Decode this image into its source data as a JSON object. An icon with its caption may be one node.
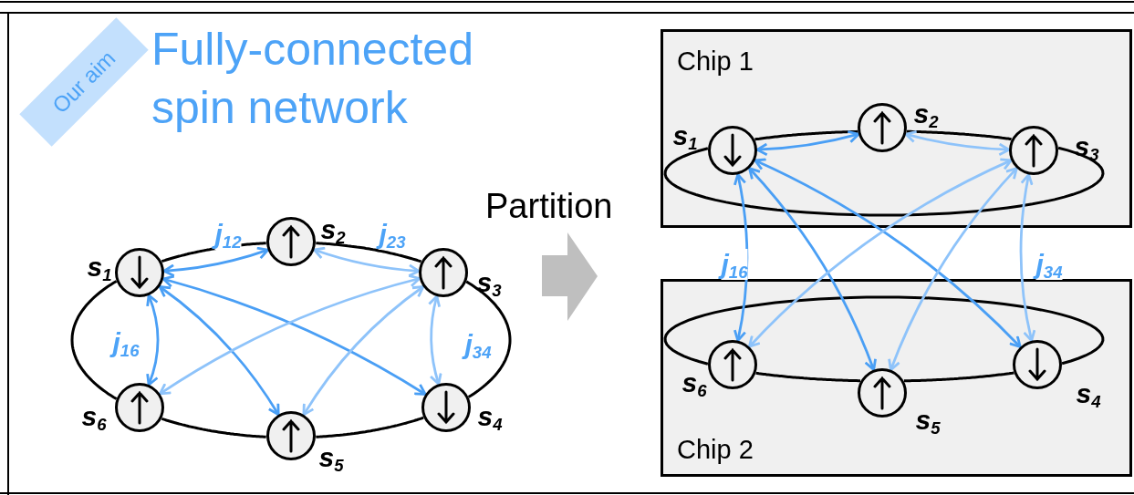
{
  "diagram": {
    "title": "Fully-connected spin network",
    "nodes": [
      {
        "text": [
          "Our aim"
        ]
      },
      {
        "text": [],
        "shape": "circle",
        "beside": [
          "s$_{1}$"
        ]
      },
      {
        "text": [],
        "shape": "circle",
        "beside": [
          "s$_{2}$"
        ]
      },
      {
        "text": [],
        "shape": "circle",
        "beside": [
          "s$_{3}$"
        ]
      },
      {
        "text": [],
        "shape": "circle",
        "beside": [
          "s$_{4}$"
        ]
      },
      {
        "text": [],
        "shape": "circle",
        "beside": [
          "s$_{5}$"
        ]
      },
      {
        "text": [],
        "shape": "circle",
        "beside": [
          "s$_{6}$"
        ]
      },
      {
        "text": [
          "Chip 1"
        ]
      },
      {
        "text": [],
        "shape": "circle",
        "beside": [
          "s$_{1}$"
        ],
        "in": 7
      },
      {
        "text": [],
        "shape": "circle",
        "beside": [
          "s$_{2}$"
        ],
        "in": 7
      },
      {
        "text": [],
        "shape": "circle",
        "beside": [
          "s$_{3}$"
        ],
        "in": 7
      },
      {
        "text": [
          "Chip 2"
        ]
      },
      {
        "text": [],
        "shape": "circle",
        "beside": [
          "s$_{4}$"
        ],
        "in": 11
      },
      {
        "text": [],
        "shape": "circle",
        "beside": [
          "s$_{5}$"
        ],
        "in": 11
      },
      {
        "text": [],
        "shape": "circle",
        "beside": [
          "s$_{6}$"
        ],
        "in": 11
      }
    ],
    "edges": [
      {
        "from": 1,
        "to": 2,
        "arrow": "none"
      },
      {
        "from": 2,
        "to": 3,
        "arrow": "none"
      },
      {
        "from": 3,
        "to": 4,
        "arrow": "none"
      },
      {
        "from": 4,
        "to": 5,
        "arrow": "none"
      },
      {
        "from": 5,
        "to": 6,
        "arrow": "none"
      },
      {
        "from": 6,
        "to": 1,
        "arrow": "none"
      },
      {
        "from": 1,
        "to": 2,
        "arrow": "both",
        "label": "j$_{12}$",
        "color": "#4a9ff5"
      },
      {
        "from": 2,
        "to": 3,
        "arrow": "both",
        "label": "j$_{23}$",
        "color": "#8ec3fa"
      },
      {
        "from": 1,
        "to": 6,
        "arrow": "both",
        "label": "j$_{16}$",
        "color": "#4a9ff5"
      },
      {
        "from": 3,
        "to": 4,
        "arrow": "both",
        "label": "j$_{34}$",
        "color": "#8ec3fa"
      },
      {
        "from": 1,
        "to": 4,
        "arrow": "both",
        "color": "#4a9ff5"
      },
      {
        "from": 1,
        "to": 5,
        "arrow": "both",
        "color": "#4a9ff5"
      },
      {
        "from": 3,
        "to": 6,
        "arrow": "both",
        "color": "#8ec3fa"
      },
      {
        "from": 3,
        "to": 5,
        "arrow": "both",
        "color": "#8ec3fa"
      },
      {
        "from": 8,
        "to": 9,
        "arrow": "none"
      },
      {
        "from": 9,
        "to": 10,
        "arrow": "none"
      },
      {
        "from": 10,
        "to": 8,
        "arrow": "none"
      },
      {
        "from": 13,
        "to": 14,
        "arrow": "none"
      },
      {
        "from": 12,
        "to": 13,
        "arrow": "none"
      },
      {
        "from": 14,
        "to": 12,
        "arrow": "none"
      },
      {
        "from": 8,
        "to": 9,
        "arrow": "both",
        "color": "#4a9ff5"
      },
      {
        "from": 9,
        "to": 10,
        "arrow": "both",
        "color": "#8ec3fa"
      },
      {
        "from": 8,
        "to": 14,
        "arrow": "both",
        "label": "j$_{16}$",
        "color": "#4a9ff5"
      },
      {
        "from": 10,
        "to": 12,
        "arrow": "both",
        "label": "j$_{34}$",
        "color": "#8ec3fa"
      },
      {
        "from": 8,
        "to": 12,
        "arrow": "both",
        "color": "#4a9ff5"
      },
      {
        "from": 8,
        "to": 13,
        "arrow": "both",
        "color": "#4a9ff5"
      },
      {
        "from": 10,
        "to": 14,
        "arrow": "both",
        "color": "#8ec3fa"
      },
      {
        "from": 10,
        "to": 13,
        "arrow": "both",
        "color": "#8ec3fa"
      }
    ],
    "labels": [
      "Partition"
    ]
  }
}
